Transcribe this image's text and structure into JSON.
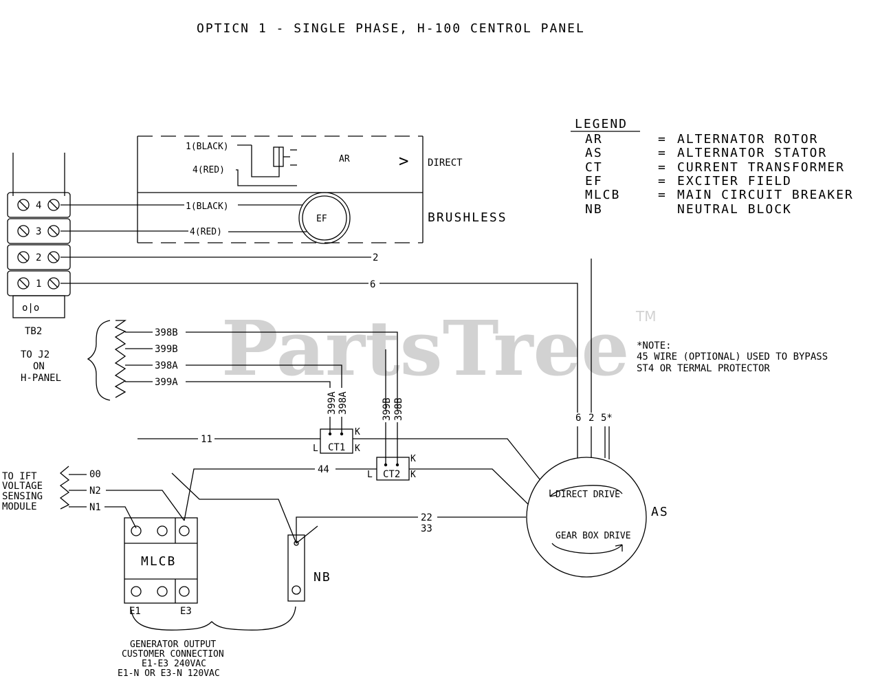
{
  "title": "OPTICN 1 - SINGLE PHASE, H-100 CENTROL PANEL",
  "legend": {
    "heading": "LEGEND",
    "items": [
      {
        "code": "AR",
        "sep": "=",
        "desc": "ALTERNATOR ROTOR"
      },
      {
        "code": "AS",
        "sep": "=",
        "desc": "ALTERNATOR STATOR"
      },
      {
        "code": "CT",
        "sep": "=",
        "desc": "CURRENT TRANSFORMER"
      },
      {
        "code": "EF",
        "sep": "=",
        "desc": "EXCITER FIELD"
      },
      {
        "code": "MLCB",
        "sep": "=",
        "desc": "MAIN CIRCUIT BREAKER"
      },
      {
        "code": "NB",
        "sep": "",
        "desc": "NEUTRAL BLOCK"
      }
    ]
  },
  "note": {
    "heading": "*NOTE:",
    "line1": "45 WIRE (OPTIONAL) USED TO BYPASS",
    "line2": "ST4 OR TERMAL PROTECTOR"
  },
  "rotor_box": {
    "wire_black_top": "1(BLACK)",
    "wire_red_top": "4(RED)",
    "ar": "AR",
    "arrow": ">",
    "direct": "DIRECT",
    "wire_black_bot": "1(BLACK)",
    "wire_red_bot": "4(RED)",
    "ef": "EF",
    "brushless": "BRUSHLESS"
  },
  "terminal_block": {
    "label": "TB2",
    "terminals": [
      "4",
      "3",
      "2",
      "1"
    ],
    "bottom": "o|o"
  },
  "wires": {
    "w2": "2",
    "w6": "6",
    "w11": "11",
    "w44": "44",
    "w22": "22",
    "w33": "33",
    "w00": "00",
    "n2": "N2",
    "n1": "N1"
  },
  "sensing": {
    "left": [
      "TO J2",
      "ON",
      "H-PANEL"
    ],
    "w398b": "398B",
    "w399b": "399B",
    "w398a": "398A",
    "w399a": "399A",
    "v399a": "399A",
    "v398a": "398A",
    "v399b": "399B",
    "v398b": "398B"
  },
  "ct1": {
    "label": "CT1",
    "k": "K",
    "l": "L"
  },
  "ct2": {
    "label": "CT2",
    "k": "K",
    "l": "L"
  },
  "voltage": [
    "TO IFT",
    "VOLTAGE",
    "SENSING",
    "MODULE"
  ],
  "mlcb": {
    "label": "MLCB",
    "e1": "E1",
    "e3": "E3"
  },
  "nb": {
    "label": "NB"
  },
  "stator": {
    "label": "AS",
    "direct_drive": "DIRECT DRIVE",
    "gear_box": "GEAR BOX DRIVE",
    "t6": "6",
    "t2": "2",
    "t5": "5*"
  },
  "output": {
    "line1": "GENERATOR OUTPUT",
    "line2": "CUSTOMER CONNECTION",
    "line3": "E1-E3  240VAC",
    "line4": "E1-N OR E3-N 120VAC"
  },
  "watermark": {
    "text": "PartsTree",
    "tm": "TM"
  }
}
